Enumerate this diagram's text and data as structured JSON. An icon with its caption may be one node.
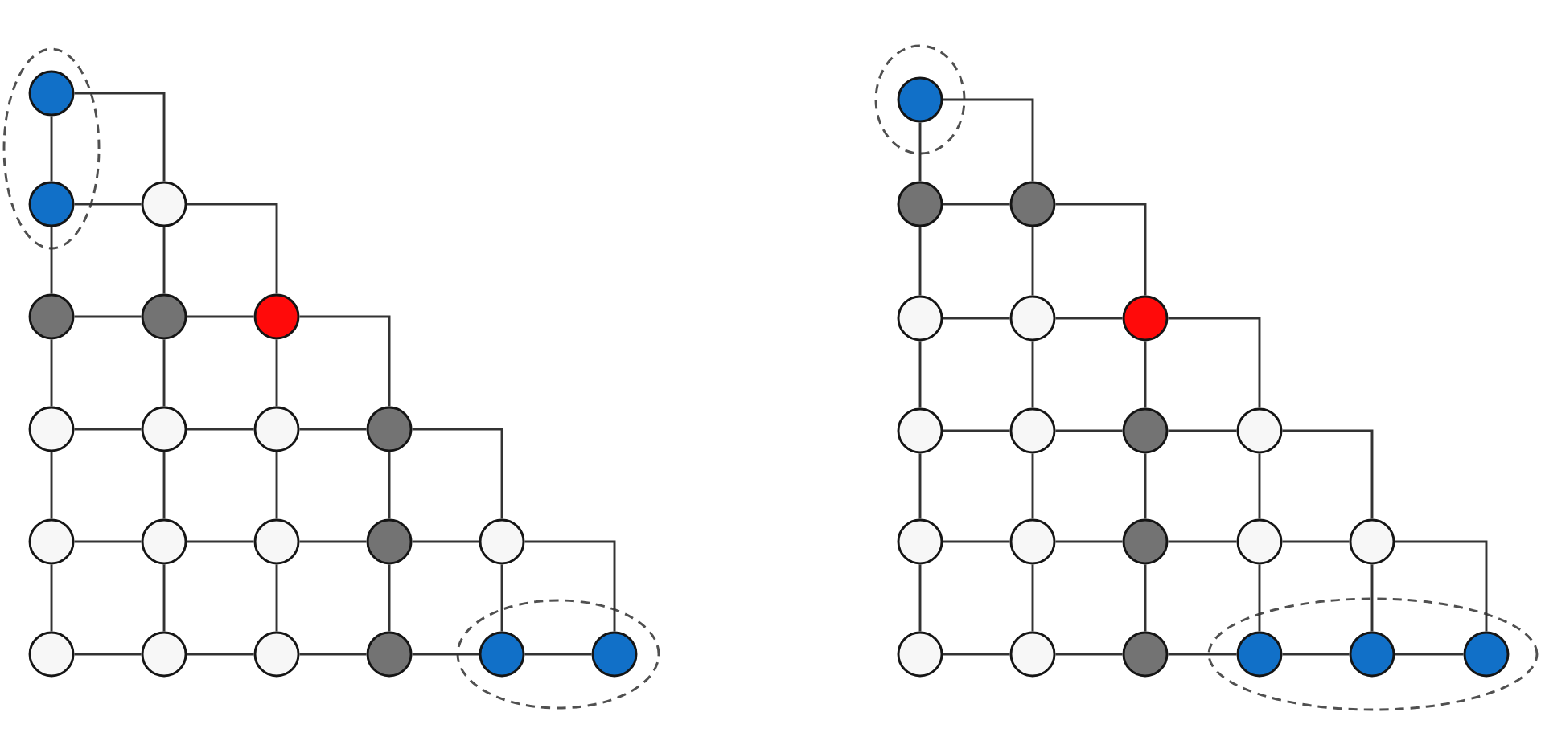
{
  "diagram": {
    "nodes": [
      {
        "text": [],
        "shape": "ellipse"
      },
      {
        "text": [],
        "shape": "circle",
        "in": 0
      },
      {
        "text": [],
        "shape": "circle",
        "in": 0
      },
      {
        "text": [],
        "shape": "circle"
      },
      {
        "text": [],
        "shape": "circle"
      },
      {
        "text": [],
        "shape": "circle"
      },
      {
        "text": [],
        "shape": "circle"
      },
      {
        "text": [],
        "shape": "circle"
      },
      {
        "text": [],
        "shape": "circle"
      },
      {
        "text": [],
        "shape": "circle"
      },
      {
        "text": [],
        "shape": "circle"
      },
      {
        "text": [],
        "shape": "circle"
      },
      {
        "text": [],
        "shape": "circle"
      },
      {
        "text": [],
        "shape": "circle"
      },
      {
        "text": [],
        "shape": "circle"
      },
      {
        "text": [],
        "shape": "circle"
      },
      {
        "text": [],
        "shape": "ellipse"
      },
      {
        "text": [],
        "shape": "circle"
      },
      {
        "text": [],
        "shape": "circle"
      },
      {
        "text": [],
        "shape": "circle"
      },
      {
        "text": [],
        "shape": "circle"
      },
      {
        "text": [],
        "shape": "circle",
        "in": 16
      },
      {
        "text": [],
        "shape": "circle",
        "in": 16
      },
      {
        "text": [],
        "shape": "ellipse"
      },
      {
        "text": [],
        "shape": "circle",
        "in": 23
      },
      {
        "text": [],
        "shape": "circle"
      },
      {
        "text": [],
        "shape": "circle"
      },
      {
        "text": [],
        "shape": "circle"
      },
      {
        "text": [],
        "shape": "circle"
      },
      {
        "text": [],
        "shape": "circle"
      },
      {
        "text": [],
        "shape": "circle"
      },
      {
        "text": [],
        "shape": "circle"
      },
      {
        "text": [],
        "shape": "circle"
      },
      {
        "text": [],
        "shape": "circle"
      },
      {
        "text": [],
        "shape": "circle"
      },
      {
        "text": [],
        "shape": "circle"
      },
      {
        "text": [],
        "shape": "circle"
      },
      {
        "text": [],
        "shape": "circle"
      },
      {
        "text": [],
        "shape": "circle"
      },
      {
        "text": [],
        "shape": "ellipse"
      },
      {
        "text": [],
        "shape": "circle"
      },
      {
        "text": [],
        "shape": "circle"
      },
      {
        "text": [],
        "shape": "circle"
      },
      {
        "text": [],
        "shape": "circle",
        "in": 39
      },
      {
        "text": [],
        "shape": "circle",
        "in": 39
      },
      {
        "text": [],
        "shape": "circle",
        "in": 39
      }
    ],
    "edges": [
      {
        "from": 1,
        "to": 2,
        "arrow": "none"
      },
      {
        "from": 1,
        "to": 3,
        "arrow": "none"
      },
      {
        "from": 2,
        "to": 3,
        "arrow": "none"
      },
      {
        "from": 2,
        "to": 4,
        "arrow": "none"
      },
      {
        "from": 3,
        "to": 5,
        "arrow": "none"
      },
      {
        "from": 3,
        "to": 6,
        "arrow": "none"
      },
      {
        "from": 4,
        "to": 5,
        "arrow": "none"
      },
      {
        "from": 5,
        "to": 6,
        "arrow": "none"
      },
      {
        "from": 4,
        "to": 7,
        "arrow": "none"
      },
      {
        "from": 5,
        "to": 8,
        "arrow": "none"
      },
      {
        "from": 6,
        "to": 9,
        "arrow": "none"
      },
      {
        "from": 6,
        "to": 10,
        "arrow": "none"
      },
      {
        "from": 7,
        "to": 8,
        "arrow": "none"
      },
      {
        "from": 8,
        "to": 9,
        "arrow": "none"
      },
      {
        "from": 9,
        "to": 10,
        "arrow": "none"
      },
      {
        "from": 7,
        "to": 11,
        "arrow": "none"
      },
      {
        "from": 8,
        "to": 12,
        "arrow": "none"
      },
      {
        "from": 9,
        "to": 13,
        "arrow": "none"
      },
      {
        "from": 10,
        "to": 14,
        "arrow": "none"
      },
      {
        "from": 10,
        "to": 15,
        "arrow": "none"
      },
      {
        "from": 11,
        "to": 12,
        "arrow": "none"
      },
      {
        "from": 12,
        "to": 13,
        "arrow": "none"
      },
      {
        "from": 13,
        "to": 14,
        "arrow": "none"
      },
      {
        "from": 14,
        "to": 15,
        "arrow": "none"
      },
      {
        "from": 11,
        "to": 17,
        "arrow": "none"
      },
      {
        "from": 12,
        "to": 18,
        "arrow": "none"
      },
      {
        "from": 13,
        "to": 19,
        "arrow": "none"
      },
      {
        "from": 14,
        "to": 20,
        "arrow": "none"
      },
      {
        "from": 15,
        "to": 21,
        "arrow": "none"
      },
      {
        "from": 15,
        "to": 22,
        "arrow": "none"
      },
      {
        "from": 17,
        "to": 18,
        "arrow": "none"
      },
      {
        "from": 18,
        "to": 19,
        "arrow": "none"
      },
      {
        "from": 19,
        "to": 20,
        "arrow": "none"
      },
      {
        "from": 20,
        "to": 21,
        "arrow": "none"
      },
      {
        "from": 21,
        "to": 22,
        "arrow": "none"
      },
      {
        "from": 24,
        "to": 25,
        "arrow": "none"
      },
      {
        "from": 24,
        "to": 26,
        "arrow": "none"
      },
      {
        "from": 25,
        "to": 26,
        "arrow": "none"
      },
      {
        "from": 25,
        "to": 27,
        "arrow": "none"
      },
      {
        "from": 26,
        "to": 28,
        "arrow": "none"
      },
      {
        "from": 26,
        "to": 29,
        "arrow": "none"
      },
      {
        "from": 27,
        "to": 28,
        "arrow": "none"
      },
      {
        "from": 28,
        "to": 29,
        "arrow": "none"
      },
      {
        "from": 27,
        "to": 30,
        "arrow": "none"
      },
      {
        "from": 28,
        "to": 31,
        "arrow": "none"
      },
      {
        "from": 29,
        "to": 32,
        "arrow": "none"
      },
      {
        "from": 29,
        "to": 33,
        "arrow": "none"
      },
      {
        "from": 30,
        "to": 31,
        "arrow": "none"
      },
      {
        "from": 31,
        "to": 32,
        "arrow": "none"
      },
      {
        "from": 32,
        "to": 33,
        "arrow": "none"
      },
      {
        "from": 30,
        "to": 34,
        "arrow": "none"
      },
      {
        "from": 31,
        "to": 35,
        "arrow": "none"
      },
      {
        "from": 32,
        "to": 36,
        "arrow": "none"
      },
      {
        "from": 33,
        "to": 37,
        "arrow": "none"
      },
      {
        "from": 33,
        "to": 38,
        "arrow": "none"
      },
      {
        "from": 34,
        "to": 35,
        "arrow": "none"
      },
      {
        "from": 35,
        "to": 36,
        "arrow": "none"
      },
      {
        "from": 36,
        "to": 37,
        "arrow": "none"
      },
      {
        "from": 37,
        "to": 38,
        "arrow": "none"
      },
      {
        "from": 34,
        "to": 40,
        "arrow": "none"
      },
      {
        "from": 35,
        "to": 41,
        "arrow": "none"
      },
      {
        "from": 36,
        "to": 42,
        "arrow": "none"
      },
      {
        "from": 37,
        "to": 43,
        "arrow": "none"
      },
      {
        "from": 38,
        "to": 44,
        "arrow": "none"
      },
      {
        "from": 38,
        "to": 45,
        "arrow": "none"
      },
      {
        "from": 40,
        "to": 41,
        "arrow": "none"
      },
      {
        "from": 41,
        "to": 42,
        "arrow": "none"
      },
      {
        "from": 42,
        "to": 43,
        "arrow": "none"
      },
      {
        "from": 43,
        "to": 44,
        "arrow": "none"
      },
      {
        "from": 44,
        "to": 45,
        "arrow": "none"
      }
    ]
  }
}
